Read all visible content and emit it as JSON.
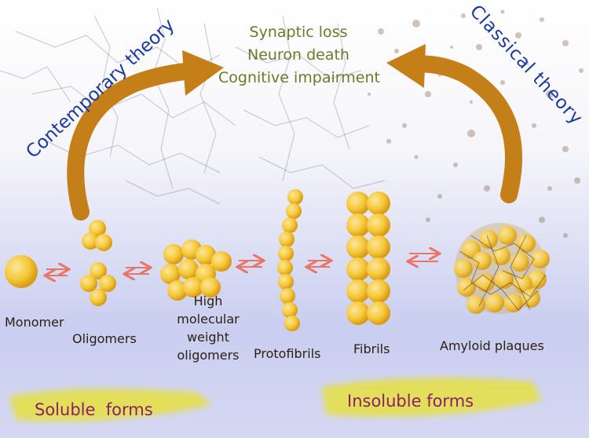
{
  "effects": [
    "Synaptic loss",
    "Neuron death",
    "Cognitive impairment"
  ],
  "theories": {
    "contemporary": "Contemporary theory",
    "classical": "Classical theory"
  },
  "stages": {
    "monomer": "Monomer",
    "oligomers": "Oligomers",
    "hmw_oligomers": [
      "High",
      "molecular",
      "weight",
      "oligomers"
    ],
    "protofibrils": "Protofibrils",
    "fibrils": "Fibrils",
    "amyloid_plaques": "Amyloid plaques"
  },
  "forms": {
    "soluble": "Soluble  forms",
    "insoluble": "Insoluble forms"
  },
  "colors": {
    "arrow": "#c47f18",
    "sphere": "#f2be2c",
    "sphere_highlight": "#fde69a",
    "equilibrium_arrow": "#e87565",
    "theory_text": "#1c3a9c",
    "effects_text": "#6a7a2c",
    "forms_text": "#8a1f6a",
    "highlighter": "#e4e04a"
  }
}
